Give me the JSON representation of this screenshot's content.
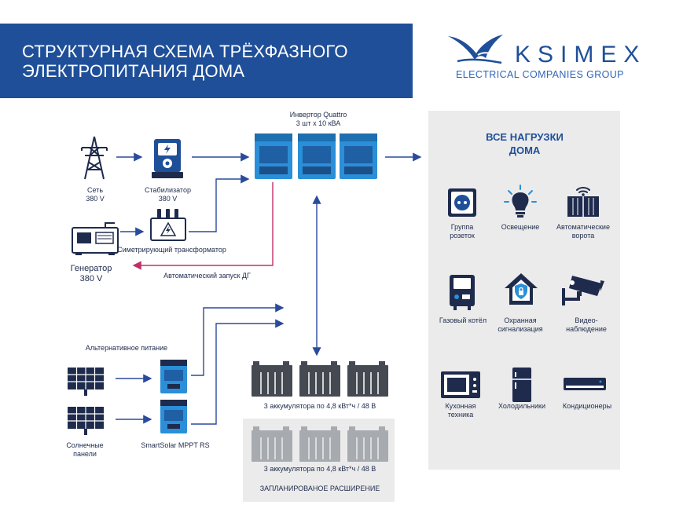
{
  "header": {
    "title_line1": "СТРУКТУРНАЯ СХЕМА ТРЁХФАЗНОГО",
    "title_line2": "ЭЛЕКТРОПИТАНИЯ ДОМА"
  },
  "logo": {
    "word": "KSIMEX",
    "subtitle": "ELECTRICAL COMPANIES GROUP",
    "icon": "bird-icon"
  },
  "colors": {
    "brand_blue": "#1f4f99",
    "arrow_blue": "#2a4a9c",
    "autostart_magenta": "#c0306a",
    "device_blue": "#2a8fd8",
    "panel_grey": "#ebebeb",
    "battery_dark": "#454a52",
    "battery_grey": "#a7abb0"
  },
  "sources": {
    "grid_l1": "Сеть",
    "grid_l2": "380 V",
    "stabilizer_l1": "Стабилизатор",
    "stabilizer_l2": "380 V",
    "transformer": "Симетрирующий трансформатор",
    "generator_l1": "Генератор",
    "generator_l2": "380 V",
    "autostart": "Автоматический запуск ДГ"
  },
  "inverter": {
    "label_l1": "Инвертор Quattro",
    "label_l2": "3 шт х 10 кВА"
  },
  "alternative": {
    "heading": "Альтернативное питание",
    "solar_l1": "Солнечные",
    "solar_l2": "панели",
    "mppt": "SmartSolar MPPT RS"
  },
  "batteries": {
    "current": "3 аккумулятора по 4,8 кВт*ч / 48 В",
    "planned": "3 аккумулятора по 4,8 кВт*ч / 48 В",
    "expansion": "ЗАПЛАНИРОВАНОЕ РАСШИРЕНИЕ"
  },
  "loads": {
    "title_l1": "ВСЕ НАГРУЗКИ",
    "title_l2": "ДОМА",
    "items": [
      {
        "l1": "Группа",
        "l2": "розеток",
        "icon": "socket-icon"
      },
      {
        "l1": "Освещение",
        "l2": "",
        "icon": "lightbulb-icon"
      },
      {
        "l1": "Автоматические",
        "l2": "ворота",
        "icon": "gate-icon"
      },
      {
        "l1": "Газовый котёл",
        "l2": "",
        "icon": "boiler-icon"
      },
      {
        "l1": "Охранная",
        "l2": "сигнализация",
        "icon": "alarm-house-icon"
      },
      {
        "l1": "Видео-",
        "l2": "наблюдение",
        "icon": "camera-icon"
      },
      {
        "l1": "Кухонная",
        "l2": "техника",
        "icon": "microwave-icon"
      },
      {
        "l1": "Холодильники",
        "l2": "",
        "icon": "fridge-icon"
      },
      {
        "l1": "Кондиционеры",
        "l2": "",
        "icon": "ac-icon"
      }
    ]
  }
}
